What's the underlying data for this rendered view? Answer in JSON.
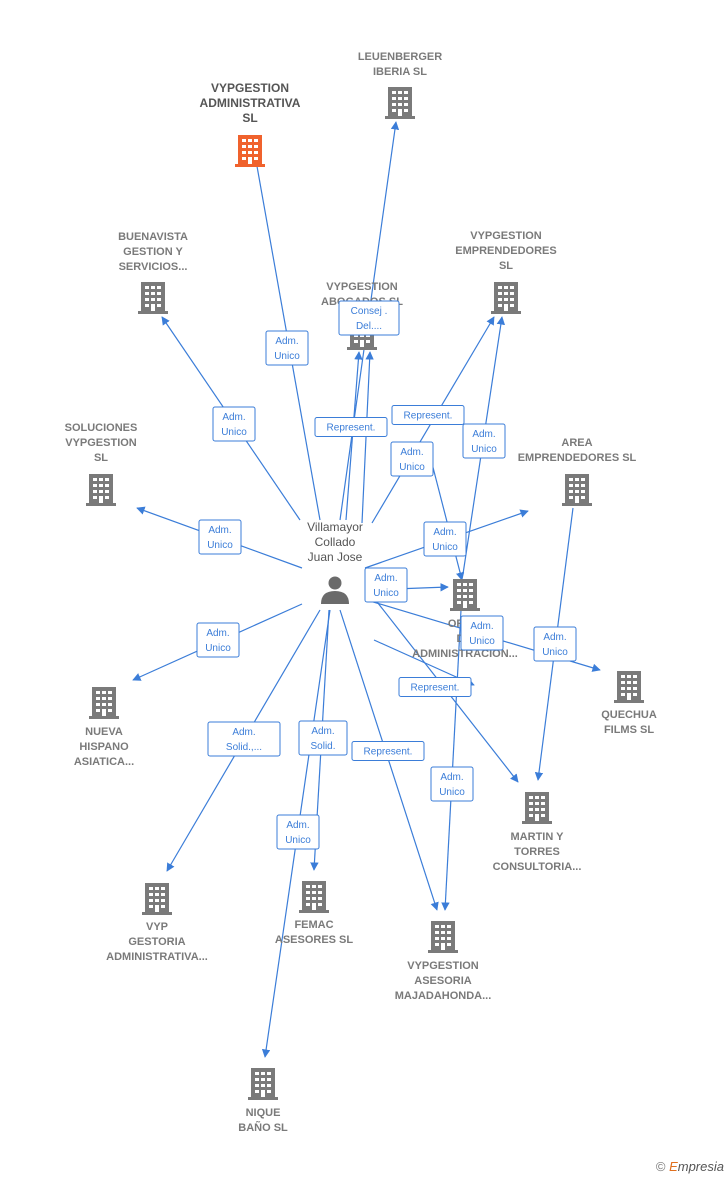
{
  "person": {
    "lines": [
      "Villamayor",
      "Collado",
      "Juan Jose"
    ],
    "icon": "person-icon"
  },
  "colors": {
    "edge": "#3b7dd8",
    "building": "#7a7a7a",
    "highlight": "#f0622d"
  },
  "companies": [
    {
      "id": "vypgestion-administrativa",
      "lines": [
        "VYPGESTION",
        "ADMINISTRATIVA",
        "SL"
      ],
      "highlight": true
    },
    {
      "id": "leuenberger",
      "lines": [
        "LEUENBERGER",
        "IBERIA SL"
      ]
    },
    {
      "id": "buenavista",
      "lines": [
        "BUENAVISTA",
        "GESTION Y",
        "SERVICIOS..."
      ]
    },
    {
      "id": "vypgestion-abogados",
      "lines": [
        "VYPGESTION",
        "ABOGADOS  SL"
      ]
    },
    {
      "id": "vypgestion-emprendedores",
      "lines": [
        "VYPGESTION",
        "EMPRENDEDORES",
        "SL"
      ]
    },
    {
      "id": "soluciones",
      "lines": [
        "SOLUCIONES",
        "VYPGESTION",
        "SL"
      ]
    },
    {
      "id": "area-emprendedores",
      "lines": [
        "AREA",
        "EMPRENDEDORES SL"
      ]
    },
    {
      "id": "org-administracion",
      "lines": [
        "ORG...",
        "D...",
        "ADMINISTRACION..."
      ]
    },
    {
      "id": "quechua",
      "lines": [
        "QUECHUA",
        "FILMS SL"
      ]
    },
    {
      "id": "nueva-hispano",
      "lines": [
        "NUEVA",
        "HISPANO",
        "ASIATICA..."
      ]
    },
    {
      "id": "martin-torres",
      "lines": [
        "MARTIN Y",
        "TORRES",
        "CONSULTORIA..."
      ]
    },
    {
      "id": "vyp-gestoria",
      "lines": [
        "VYP",
        "GESTORIA",
        "ADMINISTRATIVA..."
      ]
    },
    {
      "id": "femac",
      "lines": [
        "FEMAC",
        "ASESORES  SL"
      ]
    },
    {
      "id": "vypgestion-asesoria",
      "lines": [
        "VYPGESTION",
        "ASESORIA",
        "MAJADAHONDA..."
      ]
    },
    {
      "id": "nique",
      "lines": [
        "NIQUE",
        "BAÑO  SL"
      ]
    }
  ],
  "relations": [
    {
      "to": "vypgestion-administrativa",
      "lines": [
        "Adm.",
        "Unico"
      ]
    },
    {
      "to": "leuenberger",
      "lines": [
        "Consej .",
        "Del...."
      ]
    },
    {
      "to": "buenavista",
      "lines": [
        "Adm.",
        "Unico"
      ]
    },
    {
      "to": "vypgestion-abogados",
      "lines": [
        "Represent."
      ]
    },
    {
      "to": "vypgestion-abogados",
      "lines": [
        "Adm.",
        "Unico"
      ]
    },
    {
      "to": "vypgestion-emprendedores",
      "lines": [
        "Represent."
      ]
    },
    {
      "to": "vypgestion-emprendedores",
      "lines": [
        "Adm.",
        "Unico"
      ]
    },
    {
      "to": "soluciones",
      "lines": [
        "Adm.",
        "Unico"
      ]
    },
    {
      "to": "area-emprendedores",
      "lines": [
        "Adm.",
        "Unico"
      ]
    },
    {
      "to": "org-administracion",
      "lines": [
        "Adm.",
        "Unico"
      ]
    },
    {
      "to": "quechua",
      "lines": [
        "Adm.",
        "Unico"
      ]
    },
    {
      "to": "martin-torres",
      "lines": [
        "Adm.",
        "Unico"
      ]
    },
    {
      "to": "nueva-hispano",
      "lines": [
        "Adm.",
        "Unico"
      ]
    },
    {
      "to": "martin-torres",
      "lines": [
        "Represent."
      ]
    },
    {
      "to": "vyp-gestoria",
      "lines": [
        "Adm.",
        "Solid.,..."
      ]
    },
    {
      "to": "femac",
      "lines": [
        "Adm.",
        "Solid."
      ]
    },
    {
      "to": "vypgestion-asesoria",
      "lines": [
        "Represent."
      ]
    },
    {
      "to": "vypgestion-asesoria",
      "lines": [
        "Adm.",
        "Unico"
      ]
    },
    {
      "to": "nique",
      "lines": [
        "Adm.",
        "Unico"
      ]
    }
  ],
  "footer": {
    "copyright": "©",
    "brand_initial": "E",
    "brand_rest": "mpresia"
  }
}
